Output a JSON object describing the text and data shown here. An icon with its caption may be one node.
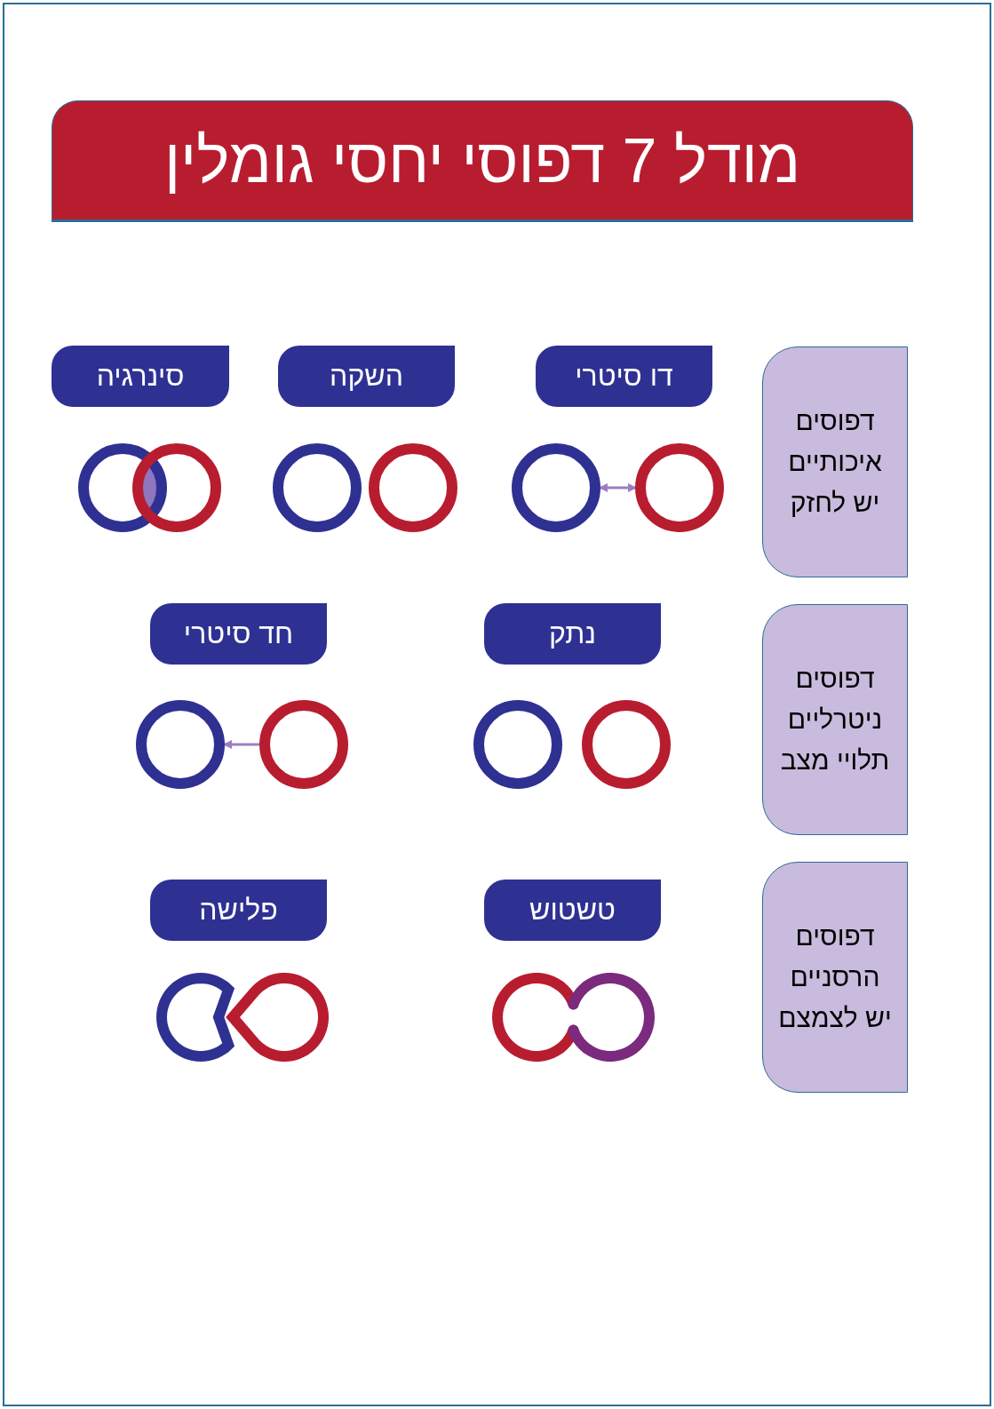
{
  "diagram": {
    "title": "מודל 7 דפוסי יחסי גומלין",
    "nodes": [
      {
        "text": [
          "דפוסים איכותיים יש לחזק"
        ]
      },
      {
        "text": [
          "דו סיטרי"
        ]
      },
      {
        "text": [
          "השקה"
        ]
      },
      {
        "text": [
          "סינרגיה"
        ]
      },
      {
        "text": [
          "דפוסים ניטרליים תלויי מצב"
        ]
      },
      {
        "text": [
          "נתק"
        ]
      },
      {
        "text": [
          "חד סיטרי"
        ]
      },
      {
        "text": [
          "דפוסים הרסניים יש לצמצם"
        ]
      },
      {
        "text": [
          "טשטוש"
        ]
      },
      {
        "text": [
          "פלישה"
        ]
      },
      {
        "text": [],
        "shape": "circle"
      },
      {
        "text": [],
        "shape": "circle"
      },
      {
        "text": [],
        "shape": "circle"
      },
      {
        "text": [],
        "shape": "circle"
      }
    ],
    "edges": [
      {
        "from": 10,
        "to": 11,
        "arrow": "both"
      },
      {
        "from": 13,
        "to": 12,
        "arrow": "to"
      }
    ]
  }
}
